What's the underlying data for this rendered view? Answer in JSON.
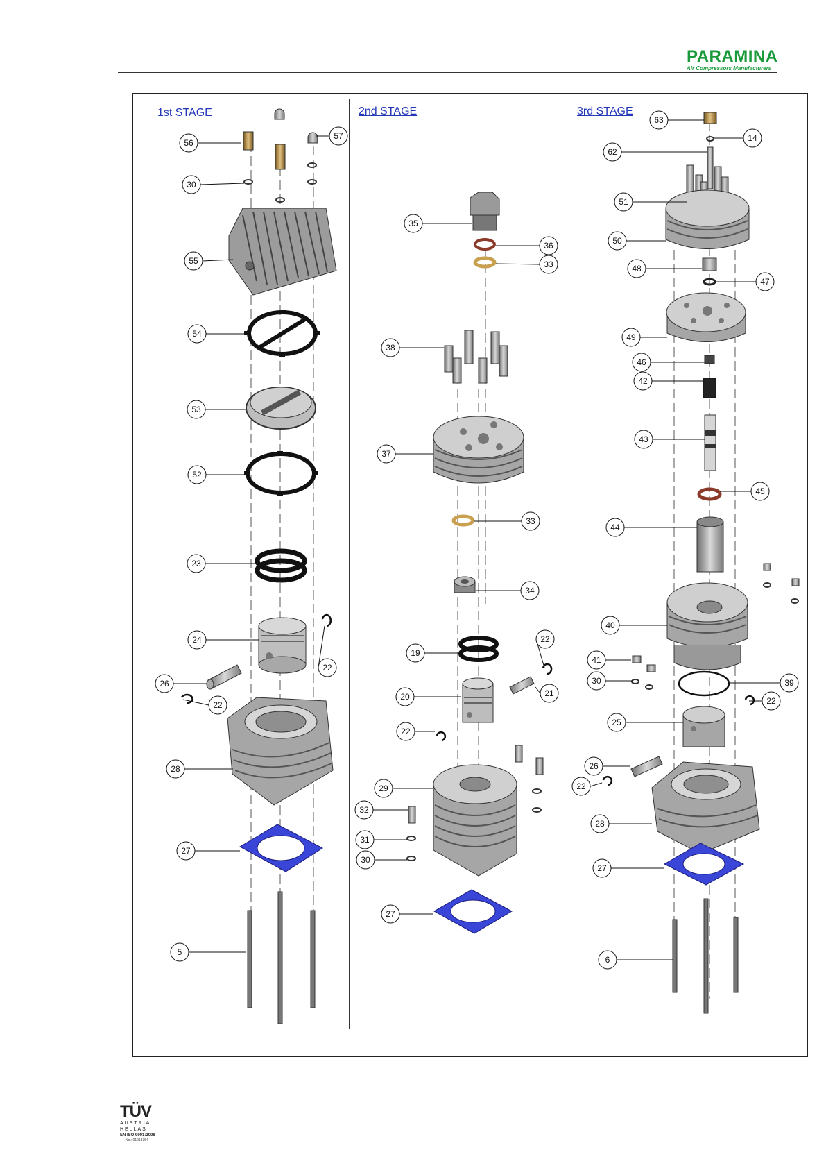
{
  "header": {
    "brand_name": "PARAMINA",
    "brand_tagline": "Air Compressors Manufacturers",
    "brand_color": "#1a9a3a"
  },
  "stages": [
    {
      "title": "1st STAGE"
    },
    {
      "title": "2nd STAGE"
    },
    {
      "title": "3rd STAGE"
    }
  ],
  "callouts": {
    "stage1": [
      "56",
      "57",
      "30",
      "55",
      "54",
      "53",
      "52",
      "23",
      "24",
      "22",
      "26",
      "22",
      "28",
      "27",
      "5"
    ],
    "stage2": [
      "35",
      "36",
      "33",
      "38",
      "37",
      "33",
      "34",
      "19",
      "22",
      "20",
      "21",
      "22",
      "29",
      "32",
      "31",
      "30",
      "27"
    ],
    "stage3": [
      "63",
      "14",
      "62",
      "51",
      "50",
      "48",
      "47",
      "49",
      "46",
      "42",
      "43",
      "45",
      "44",
      "40",
      "41",
      "30",
      "39",
      "22",
      "25",
      "26",
      "22",
      "28",
      "27",
      "6"
    ]
  },
  "colors": {
    "stage_title": "#2236b8",
    "gasket": "#3a46d8",
    "metal": "#9a9a9a",
    "bronze": "#c8a050",
    "seal_red": "#8b3a2a"
  },
  "footer": {
    "cert_mark": "TÜV",
    "cert_line1": "AUSTRIA",
    "cert_line2": "HELLAS",
    "cert_iso": "EN ISO 9001:2008",
    "cert_no": "No.: 01013354"
  }
}
